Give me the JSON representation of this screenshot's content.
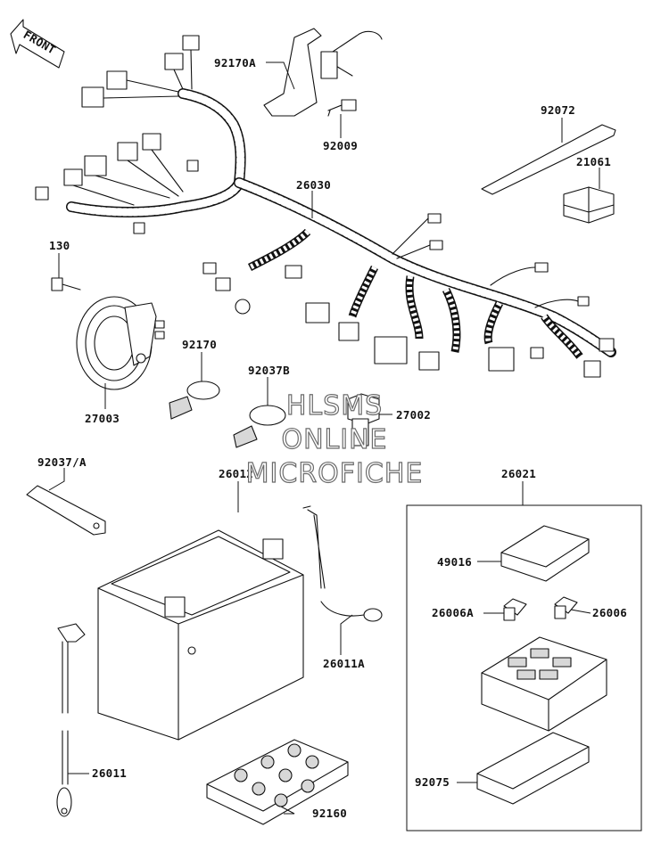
{
  "orientation": {
    "front_label": "FRONT"
  },
  "watermark": {
    "line1": "HLSMS",
    "line2": "ONLINE",
    "line3": "MICROFICHE"
  },
  "parts": {
    "p92170A": "92170A",
    "p92009": "92009",
    "p92072": "92072",
    "p21061": "21061",
    "p26030": "26030",
    "p130": "130",
    "p92170": "92170",
    "p92037B": "92037B",
    "p27002": "27002",
    "p27003": "27003",
    "p92037A": "92037/A",
    "p26012": "26012",
    "p26021": "26021",
    "p49016": "49016",
    "p26006A": "26006A",
    "p26006": "26006",
    "p26011A": "26011A",
    "p26011": "26011",
    "p92160": "92160",
    "p92075": "92075"
  }
}
